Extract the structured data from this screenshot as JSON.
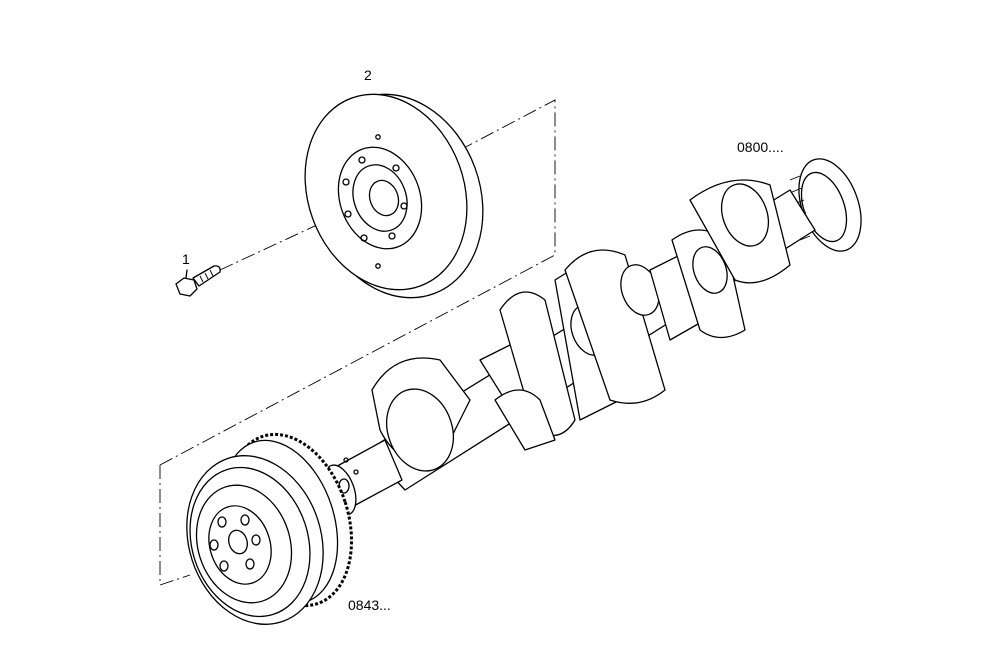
{
  "callouts": {
    "bolt": "1",
    "flywheel": "2",
    "crankshaft_ref": "0800....",
    "damper_ref": "0843..."
  },
  "colors": {
    "ink": "#000000",
    "background": "#ffffff"
  }
}
